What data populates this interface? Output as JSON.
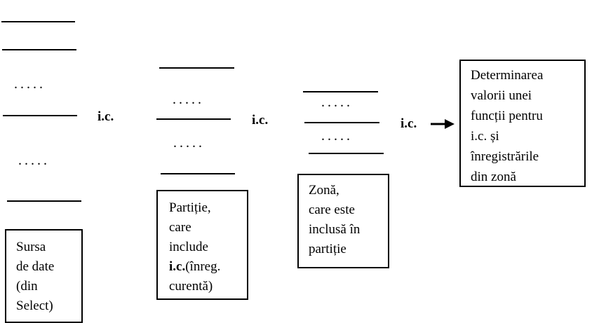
{
  "dots": ".....",
  "connector_label": "i.c.",
  "boxes": {
    "source": {
      "lines": [
        "Sursa",
        "de date",
        "(din",
        "Select)"
      ]
    },
    "partition": {
      "lines": [
        "Partiție,",
        "care",
        "include"
      ],
      "bold_prefix": "i.c.",
      "line4_rest": "(înreg.",
      "line5": "curentă)"
    },
    "zone": {
      "lines": [
        "Zonă,",
        "care este",
        "inclusă în",
        "partiție"
      ]
    },
    "result": {
      "lines": [
        "Determinarea",
        "valorii unei",
        "funcții pentru",
        "i.c. și",
        "înregistrările",
        "din zonă"
      ]
    }
  }
}
